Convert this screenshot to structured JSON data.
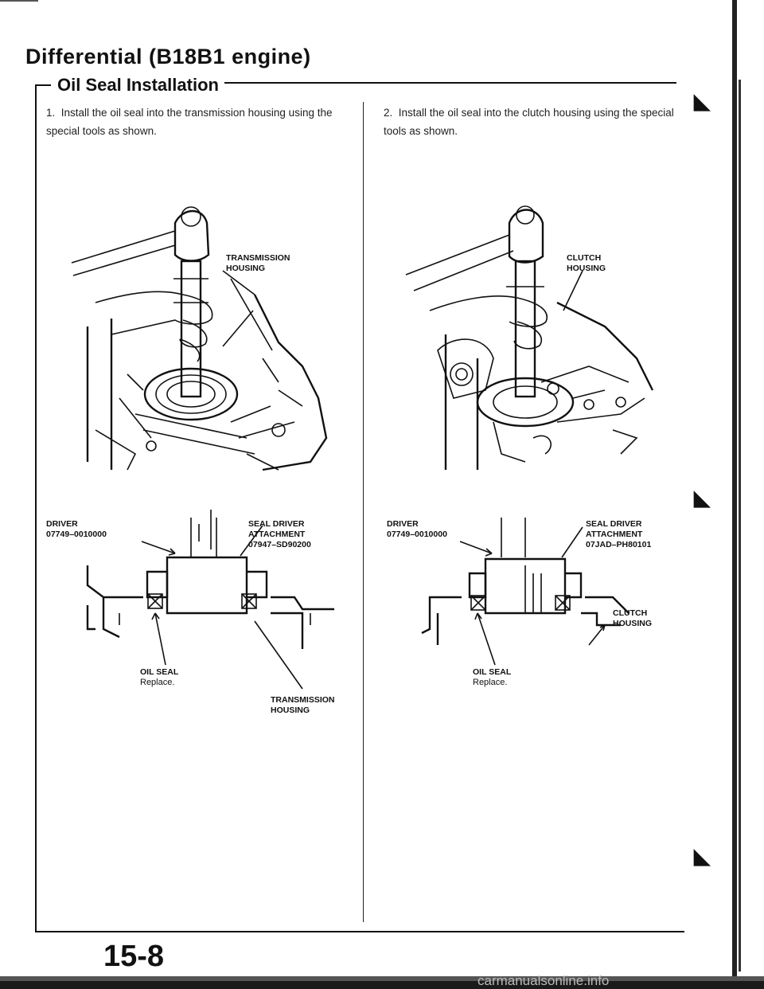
{
  "header": {
    "title": "Differential (B18B1 engine)",
    "subtitle": "Oil Seal Installation"
  },
  "steps": [
    {
      "number": "1.",
      "text": "Install the oil seal into the transmission housing using the special tools as shown."
    },
    {
      "number": "2.",
      "text": "Install the oil seal into the clutch housing using the special tools as shown."
    }
  ],
  "left_figure": {
    "housing_label": [
      "TRANSMISSION",
      "HOUSING"
    ],
    "driver_label": [
      "DRIVER",
      "07749–0010000"
    ],
    "attachment_label": [
      "SEAL DRIVER",
      "ATTACHMENT",
      "07947–SD90200"
    ],
    "oil_seal_label": [
      "OIL SEAL",
      "Replace."
    ],
    "bottom_housing_label": [
      "TRANSMISSION",
      "HOUSING"
    ]
  },
  "right_figure": {
    "housing_label": [
      "CLUTCH",
      "HOUSING"
    ],
    "driver_label": [
      "DRIVER",
      "07749–0010000"
    ],
    "attachment_label": [
      "SEAL DRIVER",
      "ATTACHMENT",
      "07JAD–PH80101"
    ],
    "side_housing_label": [
      "CLUTCH",
      "HOUSING"
    ],
    "oil_seal_label": [
      "OIL SEAL",
      "Replace."
    ]
  },
  "footer": {
    "page_number": "15-8",
    "watermark": "carmanualsonline.info"
  }
}
